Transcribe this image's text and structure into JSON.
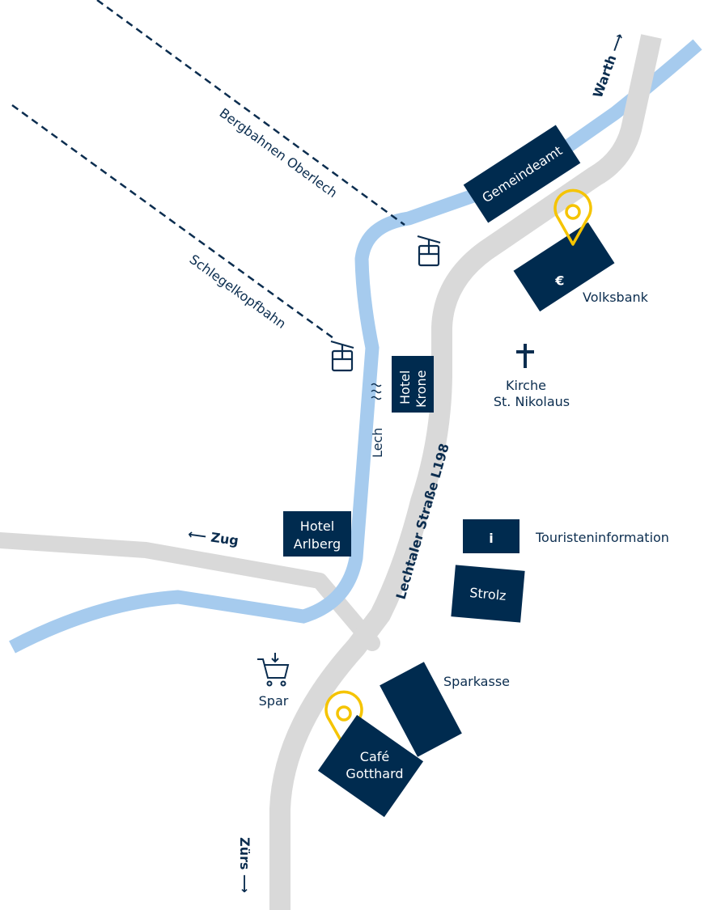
{
  "colors": {
    "navy": "#002b4f",
    "river": "#a6cbee",
    "road": "#d9d9d9",
    "pin": "#f5c400"
  },
  "directions": {
    "warth": "Warth ⟶",
    "zug": "⟵ Zug",
    "zuers": "Zürs ⟶"
  },
  "roads": {
    "main": "Lechtaler Straße L198"
  },
  "river": {
    "name": "Lech"
  },
  "lifts": {
    "oberlech": "Bergbahnen Oberlech",
    "schlegelkopf": "Schlegelkopfbahn"
  },
  "buildings": {
    "gemeindeamt": "Gemeindeamt",
    "volksbank_symbol": "€",
    "volksbank": "Volksbank",
    "kirche_line1": "Kirche",
    "kirche_line2": "St. Nikolaus",
    "hotel_krone_line1": "Hotel",
    "hotel_krone_line2": "Krone",
    "hotel_arlberg_line1": "Hotel",
    "hotel_arlberg_line2": "Arlberg",
    "info_symbol": "i",
    "info": "Touristeninformation",
    "strolz": "Strolz",
    "sparkasse": "Sparkasse",
    "spar": "Spar",
    "cafe_line1": "Café",
    "cafe_line2": "Gotthard"
  }
}
